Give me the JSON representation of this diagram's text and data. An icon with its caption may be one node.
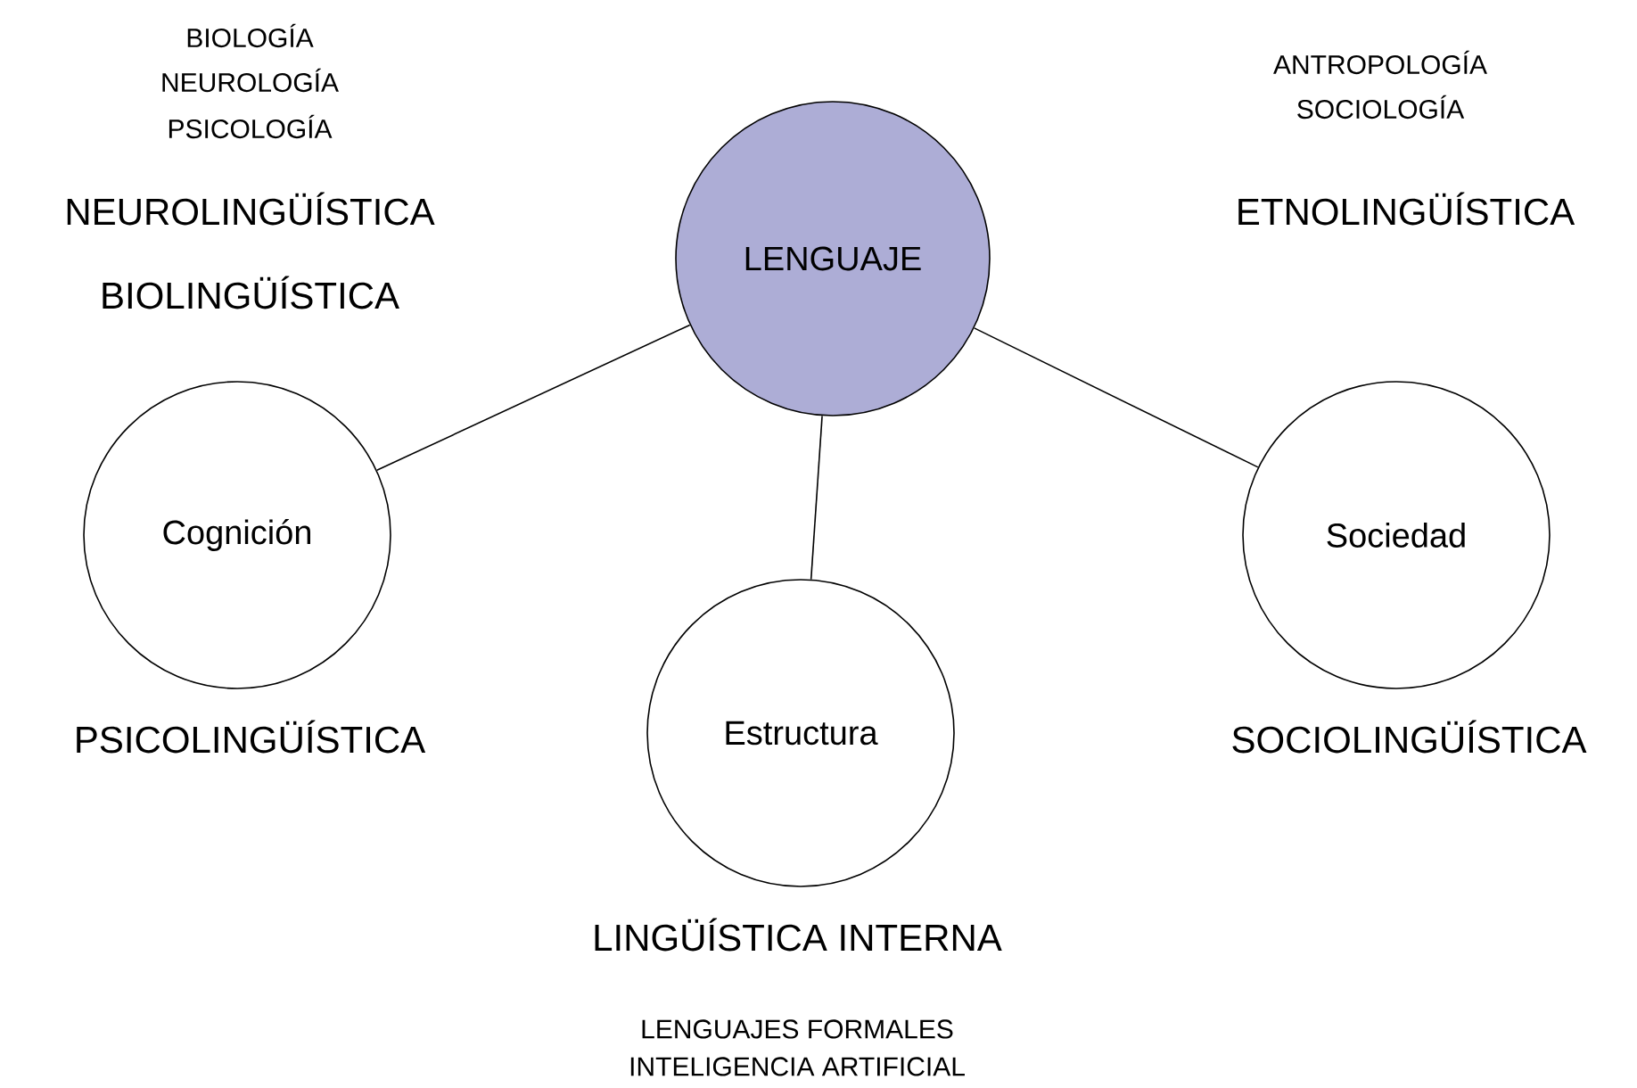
{
  "diagram": {
    "nodes": [
      {
        "text": [
          "LENGUAJE"
        ]
      },
      {
        "text": [
          "Cognición"
        ]
      },
      {
        "text": [
          "Estructura"
        ]
      },
      {
        "text": [
          "Sociedad"
        ]
      }
    ],
    "edges": [
      {
        "from": 0,
        "to": 1,
        "arrow": "none"
      },
      {
        "from": 0,
        "to": 2,
        "arrow": "none"
      },
      {
        "from": 0,
        "to": 3,
        "arrow": "none"
      }
    ],
    "labels": [
      "BIOLOGÍA",
      "NEUROLOGÍA",
      "PSICOLOGÍA",
      "ANTROPOLOGÍA",
      "SOCIOLOGÍA",
      "NEUROLINGÜÍSTICA",
      "ETNOLINGÜÍSTICA",
      "BIOLINGÜÍSTICA",
      "PSICOLINGÜÍSTICA",
      "SOCIOLINGÜÍSTICA",
      "LINGÜÍSTICA INTERNA",
      "LENGUAJES FORMALES",
      "INTELIGENCIA ARTIFICIAL"
    ]
  }
}
